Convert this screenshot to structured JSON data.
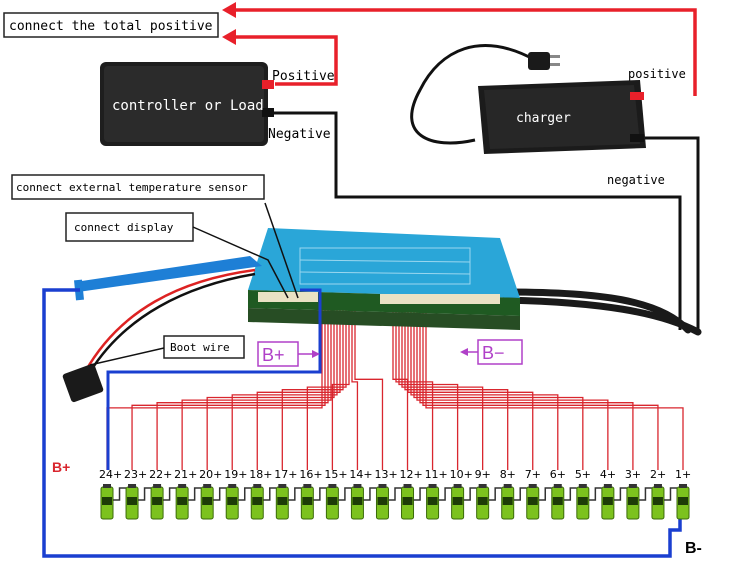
{
  "labels": {
    "total_positive": "connect the total positive",
    "controller": "controller or Load",
    "controller_positive": "Positive",
    "controller_negative": "Negative",
    "charger": "charger",
    "charger_positive": "positive",
    "charger_negative": "negative",
    "temp_sensor": "connect external temperature sensor",
    "display": "connect display",
    "boot_wire": "Boot wire",
    "b_plus_tag": "B+",
    "b_minus_tag": "B−",
    "b_plus_side": "B+",
    "b_minus_corner": "B-"
  },
  "cells": [
    "24+",
    "23+",
    "22+",
    "21+",
    "20+",
    "19+",
    "18+",
    "17+",
    "16+",
    "15+",
    "14+",
    "13+",
    "12+",
    "11+",
    "10+",
    "9+",
    "8+",
    "7+",
    "6+",
    "5+",
    "4+",
    "3+",
    "2+",
    "1+"
  ],
  "colors": {
    "positive_wire": "#e8202a",
    "negative_wire": "#111111",
    "b_plus_wire": "#1a3fd0",
    "balance_wire": "#d9262e",
    "board": "#2aa6d8",
    "cell_body": "#7cc21e",
    "label_purple": "#b040c8"
  }
}
